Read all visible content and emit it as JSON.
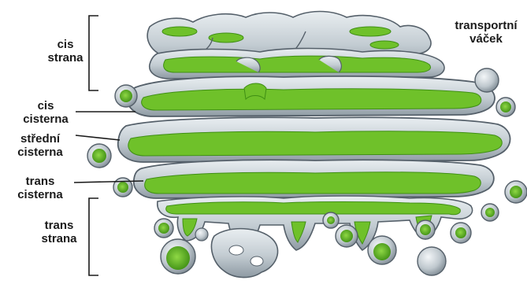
{
  "labels": {
    "cis_side": [
      "cis",
      "strana"
    ],
    "cis_cisterna": [
      "cis",
      "cisterna"
    ],
    "medial_cisterna": [
      "střední",
      "cisterna"
    ],
    "trans_cisterna": [
      "trans",
      "cisterna"
    ],
    "trans_side": [
      "trans",
      "strana"
    ],
    "transport_vesicle": [
      "transportní",
      "váček"
    ]
  },
  "colors": {
    "membrane_fill": "#c9d1d6",
    "membrane_outline": "#55606a",
    "lumen": "#6fc12a",
    "lumen_dark": "#3f8f14",
    "label_text": "#1a1a1a"
  }
}
